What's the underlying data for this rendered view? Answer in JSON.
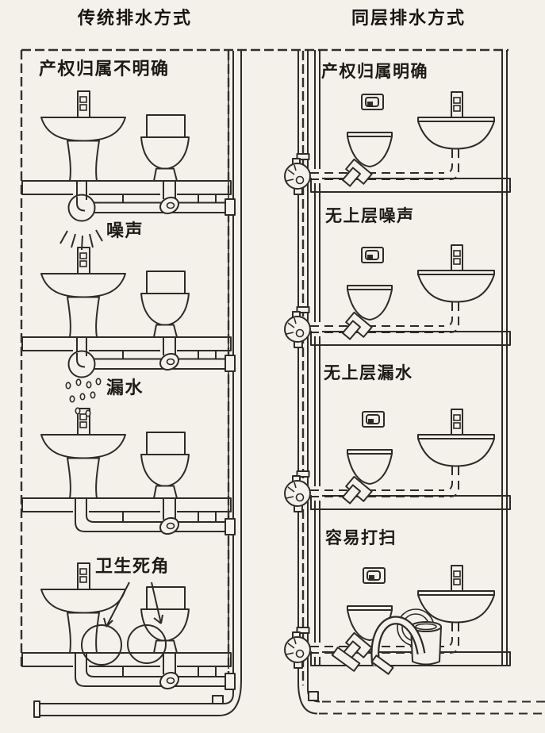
{
  "page": {
    "background_color": "#f3f1ea",
    "line_color": "#2e2b27",
    "slab_fill": "#ebe9e2"
  },
  "columns": {
    "left": {
      "title": "传统排水方式",
      "notes": [
        "产权归属不明确",
        "噪声",
        "漏水",
        "卫生死角"
      ]
    },
    "right": {
      "title": "同层排水方式",
      "notes": [
        "产权归属明确",
        "无上层噪声",
        "无上层漏水",
        "容易打扫"
      ]
    }
  },
  "icons": {
    "pedestal_sink": "line-drawing",
    "tank_toilet": "line-drawing",
    "wall_hung_toilet": "line-drawing",
    "wall_hung_basin": "line-drawing",
    "faucet": "line-drawing",
    "flush_plate": "line-drawing",
    "p_trap": "line-drawing",
    "stack_fitting": "line-drawing",
    "noise_rays": "line-drawing",
    "water_drops": "line-drawing",
    "mop": "line-drawing",
    "bucket": "line-drawing"
  }
}
